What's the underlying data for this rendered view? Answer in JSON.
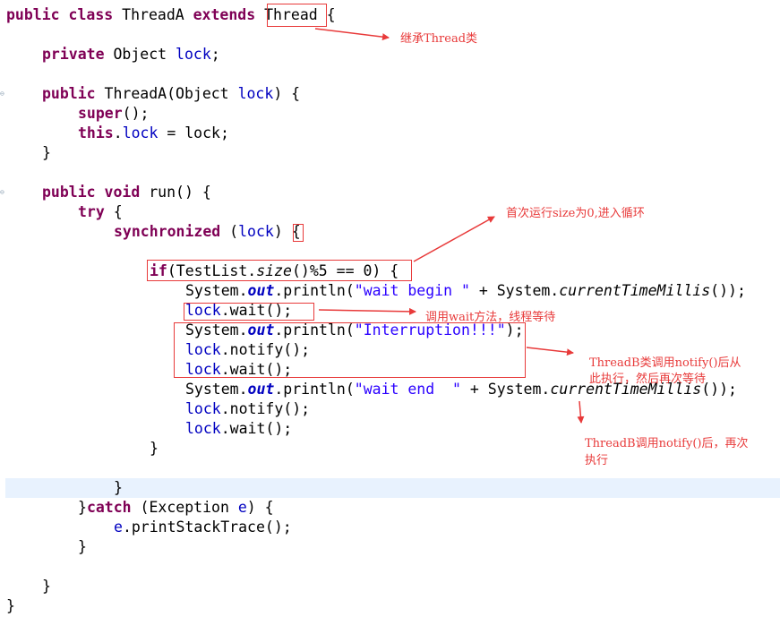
{
  "code": {
    "l1": {
      "k1": "public",
      "k2": "class",
      "t1": " ThreadA ",
      "k3": "extends",
      "t2": " Thread {"
    },
    "l2": {
      "k1": "private",
      "t1": " Object ",
      "v1": "lock",
      "t2": ";"
    },
    "l3": {
      "k1": "public",
      "t1": " ThreadA(Object ",
      "v1": "lock",
      "t2": ") {"
    },
    "l4": {
      "k1": "super",
      "t1": "();"
    },
    "l5": {
      "k1": "this",
      "t1": ".",
      "v1": "lock",
      "t2": " = ",
      "v2": "lock",
      "t3": ";"
    },
    "l6": {
      "t1": "}"
    },
    "l7": {
      "k1": "public",
      "k2": "void",
      "t1": " run() {"
    },
    "l8": {
      "k1": "try",
      "t1": " {"
    },
    "l9": {
      "k1": "synchronized",
      "t1": " (",
      "v1": "lock",
      "t2": ") {"
    },
    "l10": {
      "k1": "if",
      "t1": "(TestList.",
      "i1": "size",
      "t2": "()%5 == 0) {"
    },
    "l11": {
      "t1": "System.",
      "f1": "out",
      "t2": ".println(",
      "s1": "\"wait begin \"",
      "t3": " + System.",
      "i1": "currentTimeMillis",
      "t4": "());"
    },
    "l12": {
      "v1": "lock",
      "t1": ".wait();"
    },
    "l13": {
      "t1": "System.",
      "f1": "out",
      "t2": ".println(",
      "s1": "\"Interruption!!!\"",
      "t3": ");"
    },
    "l14": {
      "v1": "lock",
      "t1": ".notify();"
    },
    "l15": {
      "v1": "lock",
      "t1": ".wait();"
    },
    "l16": {
      "t1": "System.",
      "f1": "out",
      "t2": ".println(",
      "s1": "\"wait end  \"",
      "t3": " + System.",
      "i1": "currentTimeMillis",
      "t4": "());"
    },
    "l17": {
      "v1": "lock",
      "t1": ".notify();"
    },
    "l18": {
      "v1": "lock",
      "t1": ".wait();"
    },
    "l19": {
      "t1": "}"
    },
    "l20": {
      "t1": "}"
    },
    "l21": {
      "t1": "}",
      "k1": "catch",
      "t2": " (Exception ",
      "v1": "e",
      "t3": ") {"
    },
    "l22": {
      "v1": "e",
      "t1": ".printStackTrace();"
    },
    "l23": {
      "t1": "}"
    },
    "l24": {
      "t1": "}"
    },
    "l25": {
      "t1": "}"
    }
  },
  "annotations": {
    "extends_note": "继承Thread类",
    "first_run_note": "首次运行size为0,进入循环",
    "wait_note": "调用wait方法，线程等待",
    "threadb_note_1": "ThreadB类调用notify()后从",
    "threadb_note_2": "此执行，然后再次等待",
    "threadb_second_note_1": "ThreadB调用notify()后，再次",
    "threadb_second_note_2": "执行"
  },
  "colors": {
    "keyword": "#7f0055",
    "string": "#2a00ff",
    "field": "#0000c0",
    "annotation": "#e83a3a",
    "current_line": "#e8f2fe"
  }
}
